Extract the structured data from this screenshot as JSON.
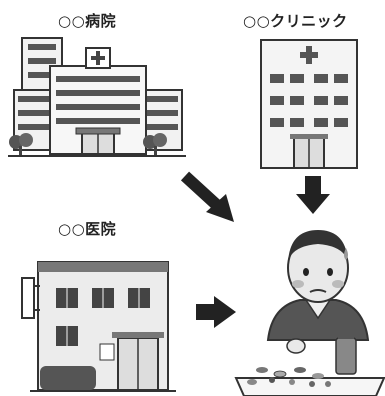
{
  "labels": {
    "hospital": "○○病院",
    "clinic": "○○クリニック",
    "iin": "○○医院"
  }
}
